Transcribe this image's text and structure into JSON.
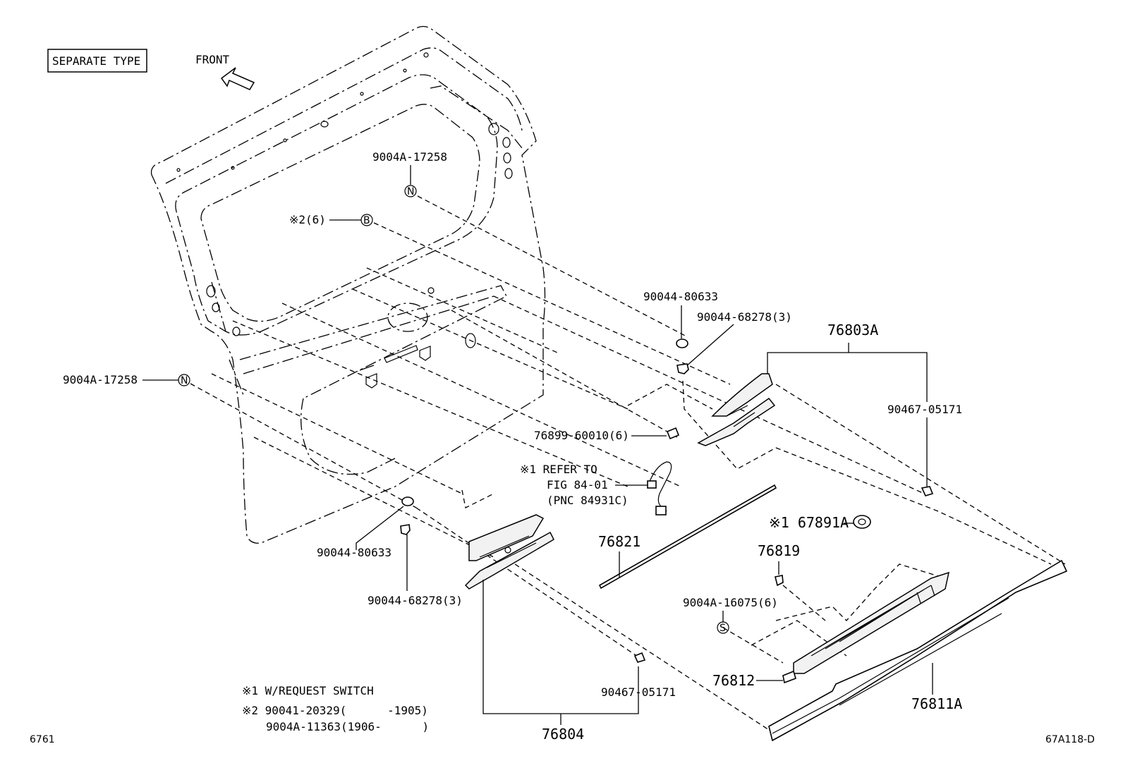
{
  "header": {
    "type_box": "SEPARATE TYPE",
    "front_label": "FRONT"
  },
  "labels": {
    "p_9004A_17258_top": "9004A-17258",
    "p_9004A_17258_left": "9004A-17258",
    "note2_b": "※2(6)",
    "p_90044_80633_right": "90044-80633",
    "p_90044_68278_right": "90044-68278(3)",
    "p_76803A": "76803A",
    "p_90467_05171_right": "90467-05171",
    "p_76899_60010": "76899-60010(6)",
    "refer_line1": "※1  REFER TO",
    "refer_line2": "FIG 84-01",
    "refer_line3": "(PNC 84931C)",
    "p_76821": "76821",
    "p_67891A": "※1 67891A",
    "p_76819": "76819",
    "p_9004A_16075": "9004A-16075(6)",
    "p_90044_80633_left": "90044-80633",
    "p_90044_68278_left": "90044-68278(3)",
    "p_90467_05171_bottom": "90467-05171",
    "p_76812": "76812",
    "p_76811A": "76811A",
    "p_76804": "76804"
  },
  "callout_letters": {
    "n_top": "N",
    "n_left": "N",
    "b": "B",
    "s": "S"
  },
  "notes": {
    "note1": "※1 W/REQUEST SWITCH",
    "note2_line1": "※2 90041-20329(      -1905)",
    "note2_line2": "9004A-11363(1906-      )"
  },
  "footer": {
    "left_code": "6761",
    "right_code": "67A118-D"
  }
}
